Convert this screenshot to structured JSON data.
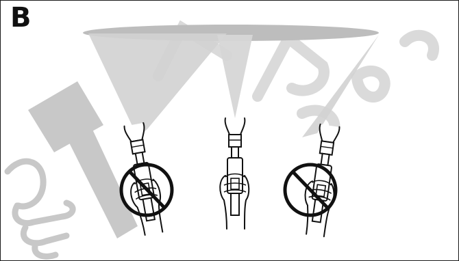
{
  "figure": {
    "panel_label": "B",
    "guns": [
      {
        "id": "left",
        "state": "prohibited",
        "tilt": "tilted"
      },
      {
        "id": "center",
        "state": "correct",
        "tilt": "perpendicular"
      },
      {
        "id": "right",
        "state": "prohibited",
        "tilt": "tilted"
      }
    ],
    "colors": {
      "spray": "#d2d2d2",
      "target_surface": "#bdbdbd",
      "outline": "#111111",
      "watermark": "#c8c8c8"
    },
    "icons": [
      "spray-gun-icon",
      "hand-icon",
      "prohibition-icon",
      "thumbs-up-watermark",
      "hammer-watermark"
    ]
  }
}
